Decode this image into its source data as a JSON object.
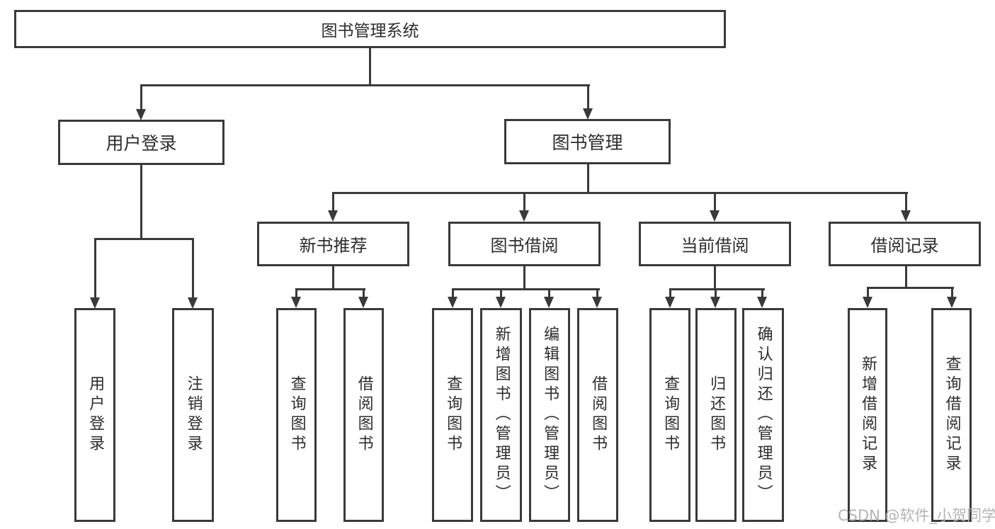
{
  "diagram": {
    "type": "tree",
    "line_color": "#3a3a3a",
    "background_color": "#ffffff",
    "watermark": "CSDN @软件_小贺同学",
    "root": {
      "label": "图书管理系统"
    },
    "level2": [
      {
        "label": "用户登录",
        "parent": "图书管理系统"
      },
      {
        "label": "图书管理",
        "parent": "图书管理系统"
      }
    ],
    "level3": [
      {
        "label": "新书推荐",
        "parent": "图书管理"
      },
      {
        "label": "图书借阅",
        "parent": "图书管理"
      },
      {
        "label": "当前借阅",
        "parent": "图书管理"
      },
      {
        "label": "借阅记录",
        "parent": "图书管理"
      }
    ],
    "leaves": [
      {
        "label": "用户登录",
        "parent": "用户登录"
      },
      {
        "label": "注销登录",
        "parent": "用户登录"
      },
      {
        "label": "查询图书",
        "parent": "新书推荐"
      },
      {
        "label": "借阅图书",
        "parent": "新书推荐"
      },
      {
        "label": "查询图书",
        "parent": "图书借阅"
      },
      {
        "label": "新增图书（管理员）",
        "parent": "图书借阅"
      },
      {
        "label": "编辑图书（管理员）",
        "parent": "图书借阅"
      },
      {
        "label": "借阅图书",
        "parent": "图书借阅"
      },
      {
        "label": "查询图书",
        "parent": "当前借阅"
      },
      {
        "label": "归还图书",
        "parent": "当前借阅"
      },
      {
        "label": "确认归还（管理员）",
        "parent": "当前借阅"
      },
      {
        "label": "新增借阅记录",
        "parent": "借阅记录"
      },
      {
        "label": "查询借阅记录",
        "parent": "借阅记录"
      }
    ]
  }
}
